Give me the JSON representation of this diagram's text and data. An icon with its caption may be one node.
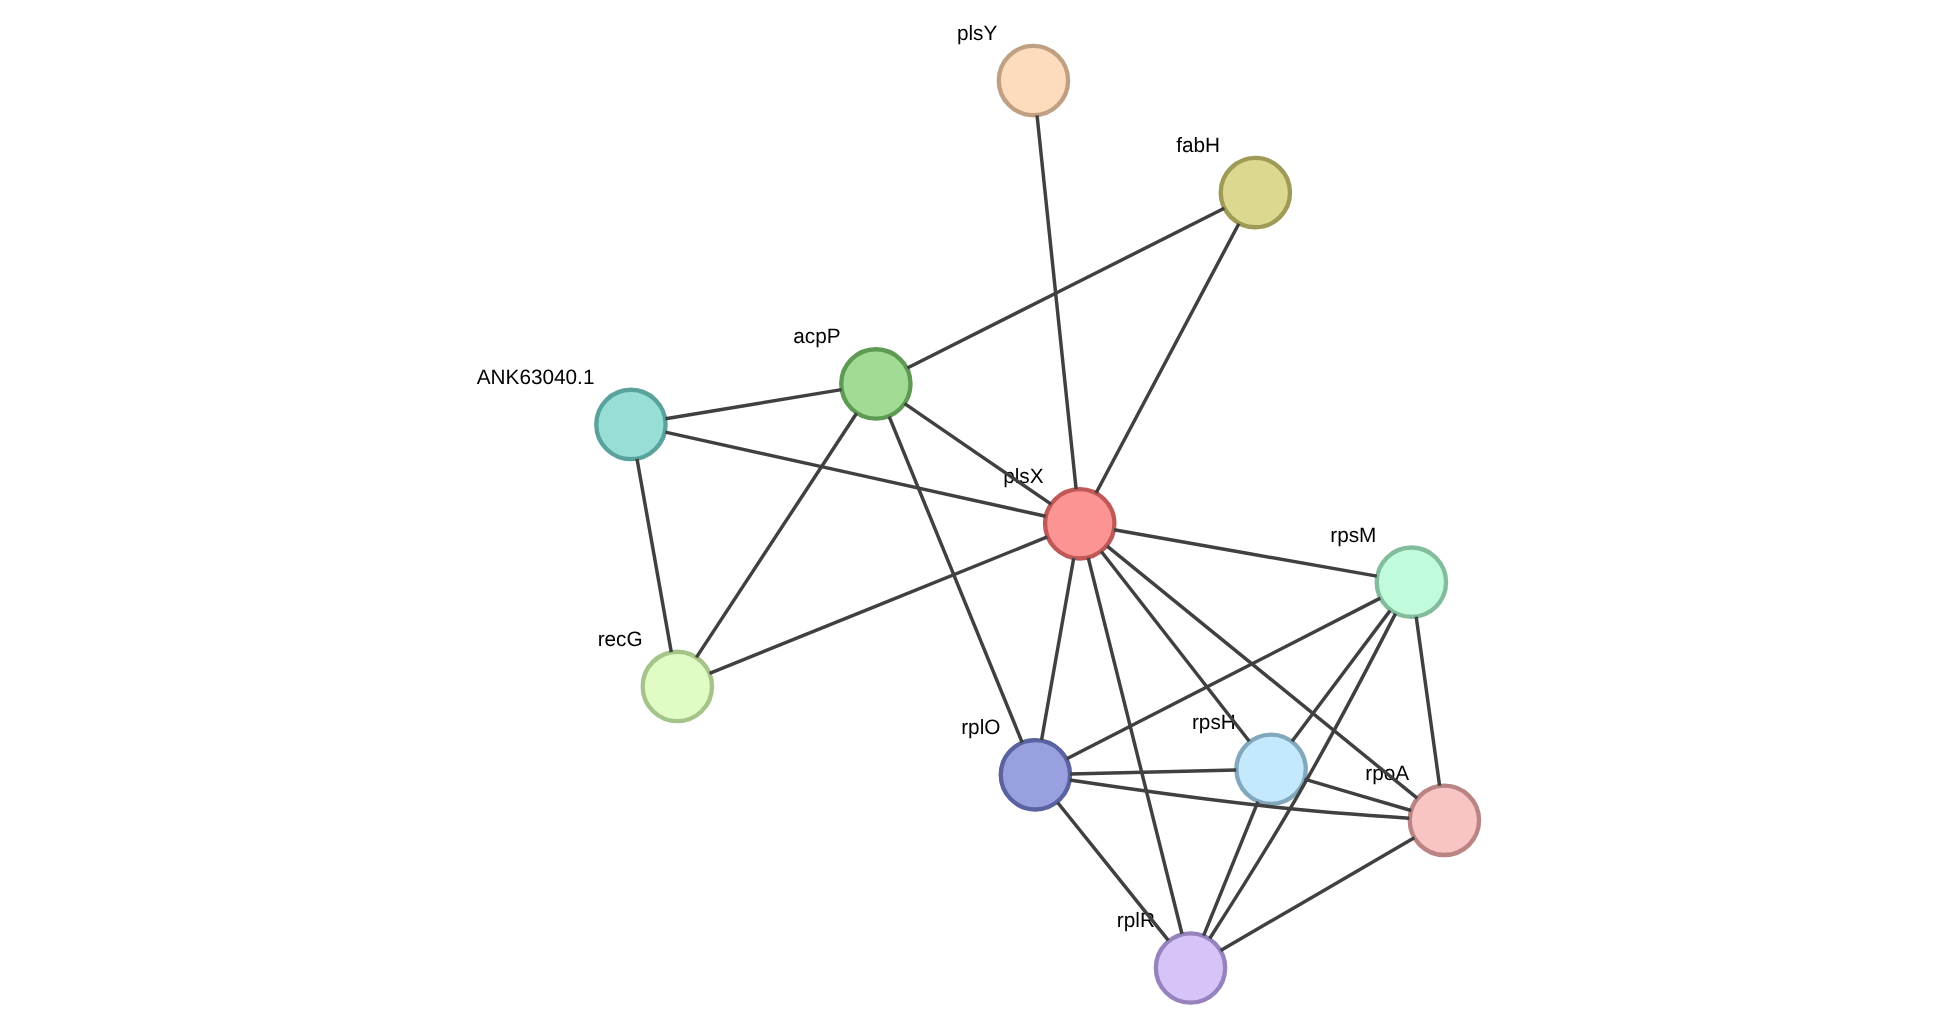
{
  "diagram": {
    "nodes": [
      {
        "text": [],
        "shape": "circle",
        "beside": [
          "ANK63040.1"
        ]
      },
      {
        "text": [],
        "shape": "circle",
        "beside": [
          "fabH"
        ]
      },
      {
        "text": [],
        "shape": "circle",
        "beside": [
          "recG"
        ]
      },
      {
        "text": [],
        "shape": "circle",
        "beside": [
          "acpP"
        ]
      },
      {
        "text": [],
        "shape": "circle",
        "beside": [
          "plsX"
        ]
      },
      {
        "text": [],
        "shape": "circle",
        "beside": [
          "plsY"
        ]
      },
      {
        "text": [],
        "shape": "circle",
        "beside": [
          "rplO"
        ]
      },
      {
        "text": [],
        "shape": "circle",
        "beside": [
          "rpsM"
        ]
      },
      {
        "text": [],
        "shape": "circle",
        "beside": [
          "rpsH"
        ]
      },
      {
        "text": [],
        "shape": "circle",
        "beside": [
          "rplR"
        ]
      },
      {
        "text": [],
        "shape": "circle",
        "beside": [
          "rpoA"
        ]
      }
    ],
    "edges": [
      {
        "from": 0,
        "to": 2,
        "arrow": "none"
      },
      {
        "from": 0,
        "to": 3,
        "arrow": "none"
      },
      {
        "from": 0,
        "to": 4,
        "arrow": "none"
      },
      {
        "from": 1,
        "to": 3,
        "arrow": "none"
      },
      {
        "from": 1,
        "to": 4,
        "arrow": "none"
      },
      {
        "from": 2,
        "to": 3,
        "arrow": "none"
      },
      {
        "from": 2,
        "to": 4,
        "arrow": "none"
      },
      {
        "from": 3,
        "to": 4,
        "arrow": "none"
      },
      {
        "from": 3,
        "to": 6,
        "arrow": "none"
      },
      {
        "from": 5,
        "to": 4,
        "arrow": "none"
      },
      {
        "from": 4,
        "to": 6,
        "arrow": "none"
      },
      {
        "from": 4,
        "to": 7,
        "arrow": "none"
      },
      {
        "from": 4,
        "to": 8,
        "arrow": "none"
      },
      {
        "from": 4,
        "to": 9,
        "arrow": "none"
      },
      {
        "from": 4,
        "to": 10,
        "arrow": "none"
      },
      {
        "from": 6,
        "to": 7,
        "arrow": "none"
      },
      {
        "from": 6,
        "to": 8,
        "arrow": "none"
      },
      {
        "from": 6,
        "to": 9,
        "arrow": "none"
      },
      {
        "from": 6,
        "to": 10,
        "arrow": "none"
      },
      {
        "from": 7,
        "to": 8,
        "arrow": "none"
      },
      {
        "from": 7,
        "to": 9,
        "arrow": "none"
      },
      {
        "from": 7,
        "to": 10,
        "arrow": "none"
      },
      {
        "from": 8,
        "to": 9,
        "arrow": "none"
      },
      {
        "from": 8,
        "to": 10,
        "arrow": "none"
      },
      {
        "from": 9,
        "to": 10,
        "arrow": "none"
      }
    ]
  }
}
